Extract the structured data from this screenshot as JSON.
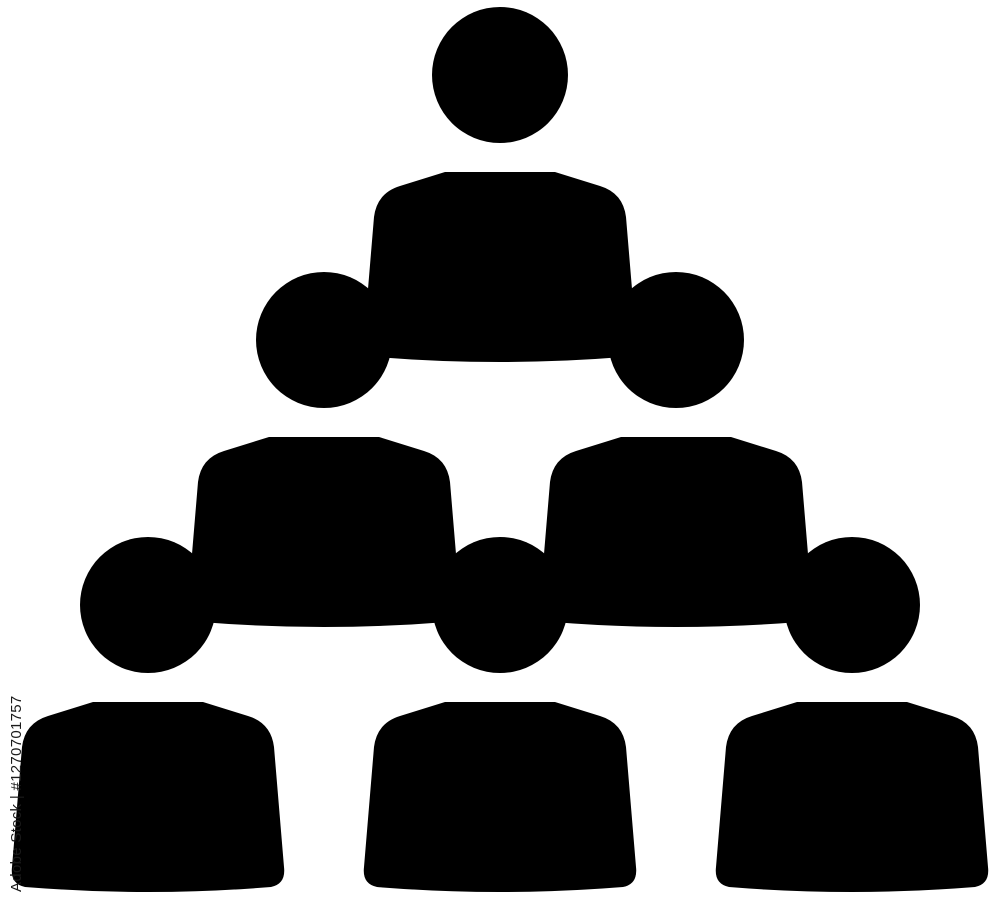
{
  "image": {
    "subject": "",
    "stroke_color": "#0e3c65",
    "background_color": "#ffffff",
    "icon_name": "people-pyramid-icon",
    "rows": [
      {
        "row": 1,
        "people": 1
      },
      {
        "row": 2,
        "people": 2
      },
      {
        "row": 3,
        "people": 3
      }
    ]
  },
  "watermark": {
    "text": "Adobe Stock | #1270701757"
  }
}
